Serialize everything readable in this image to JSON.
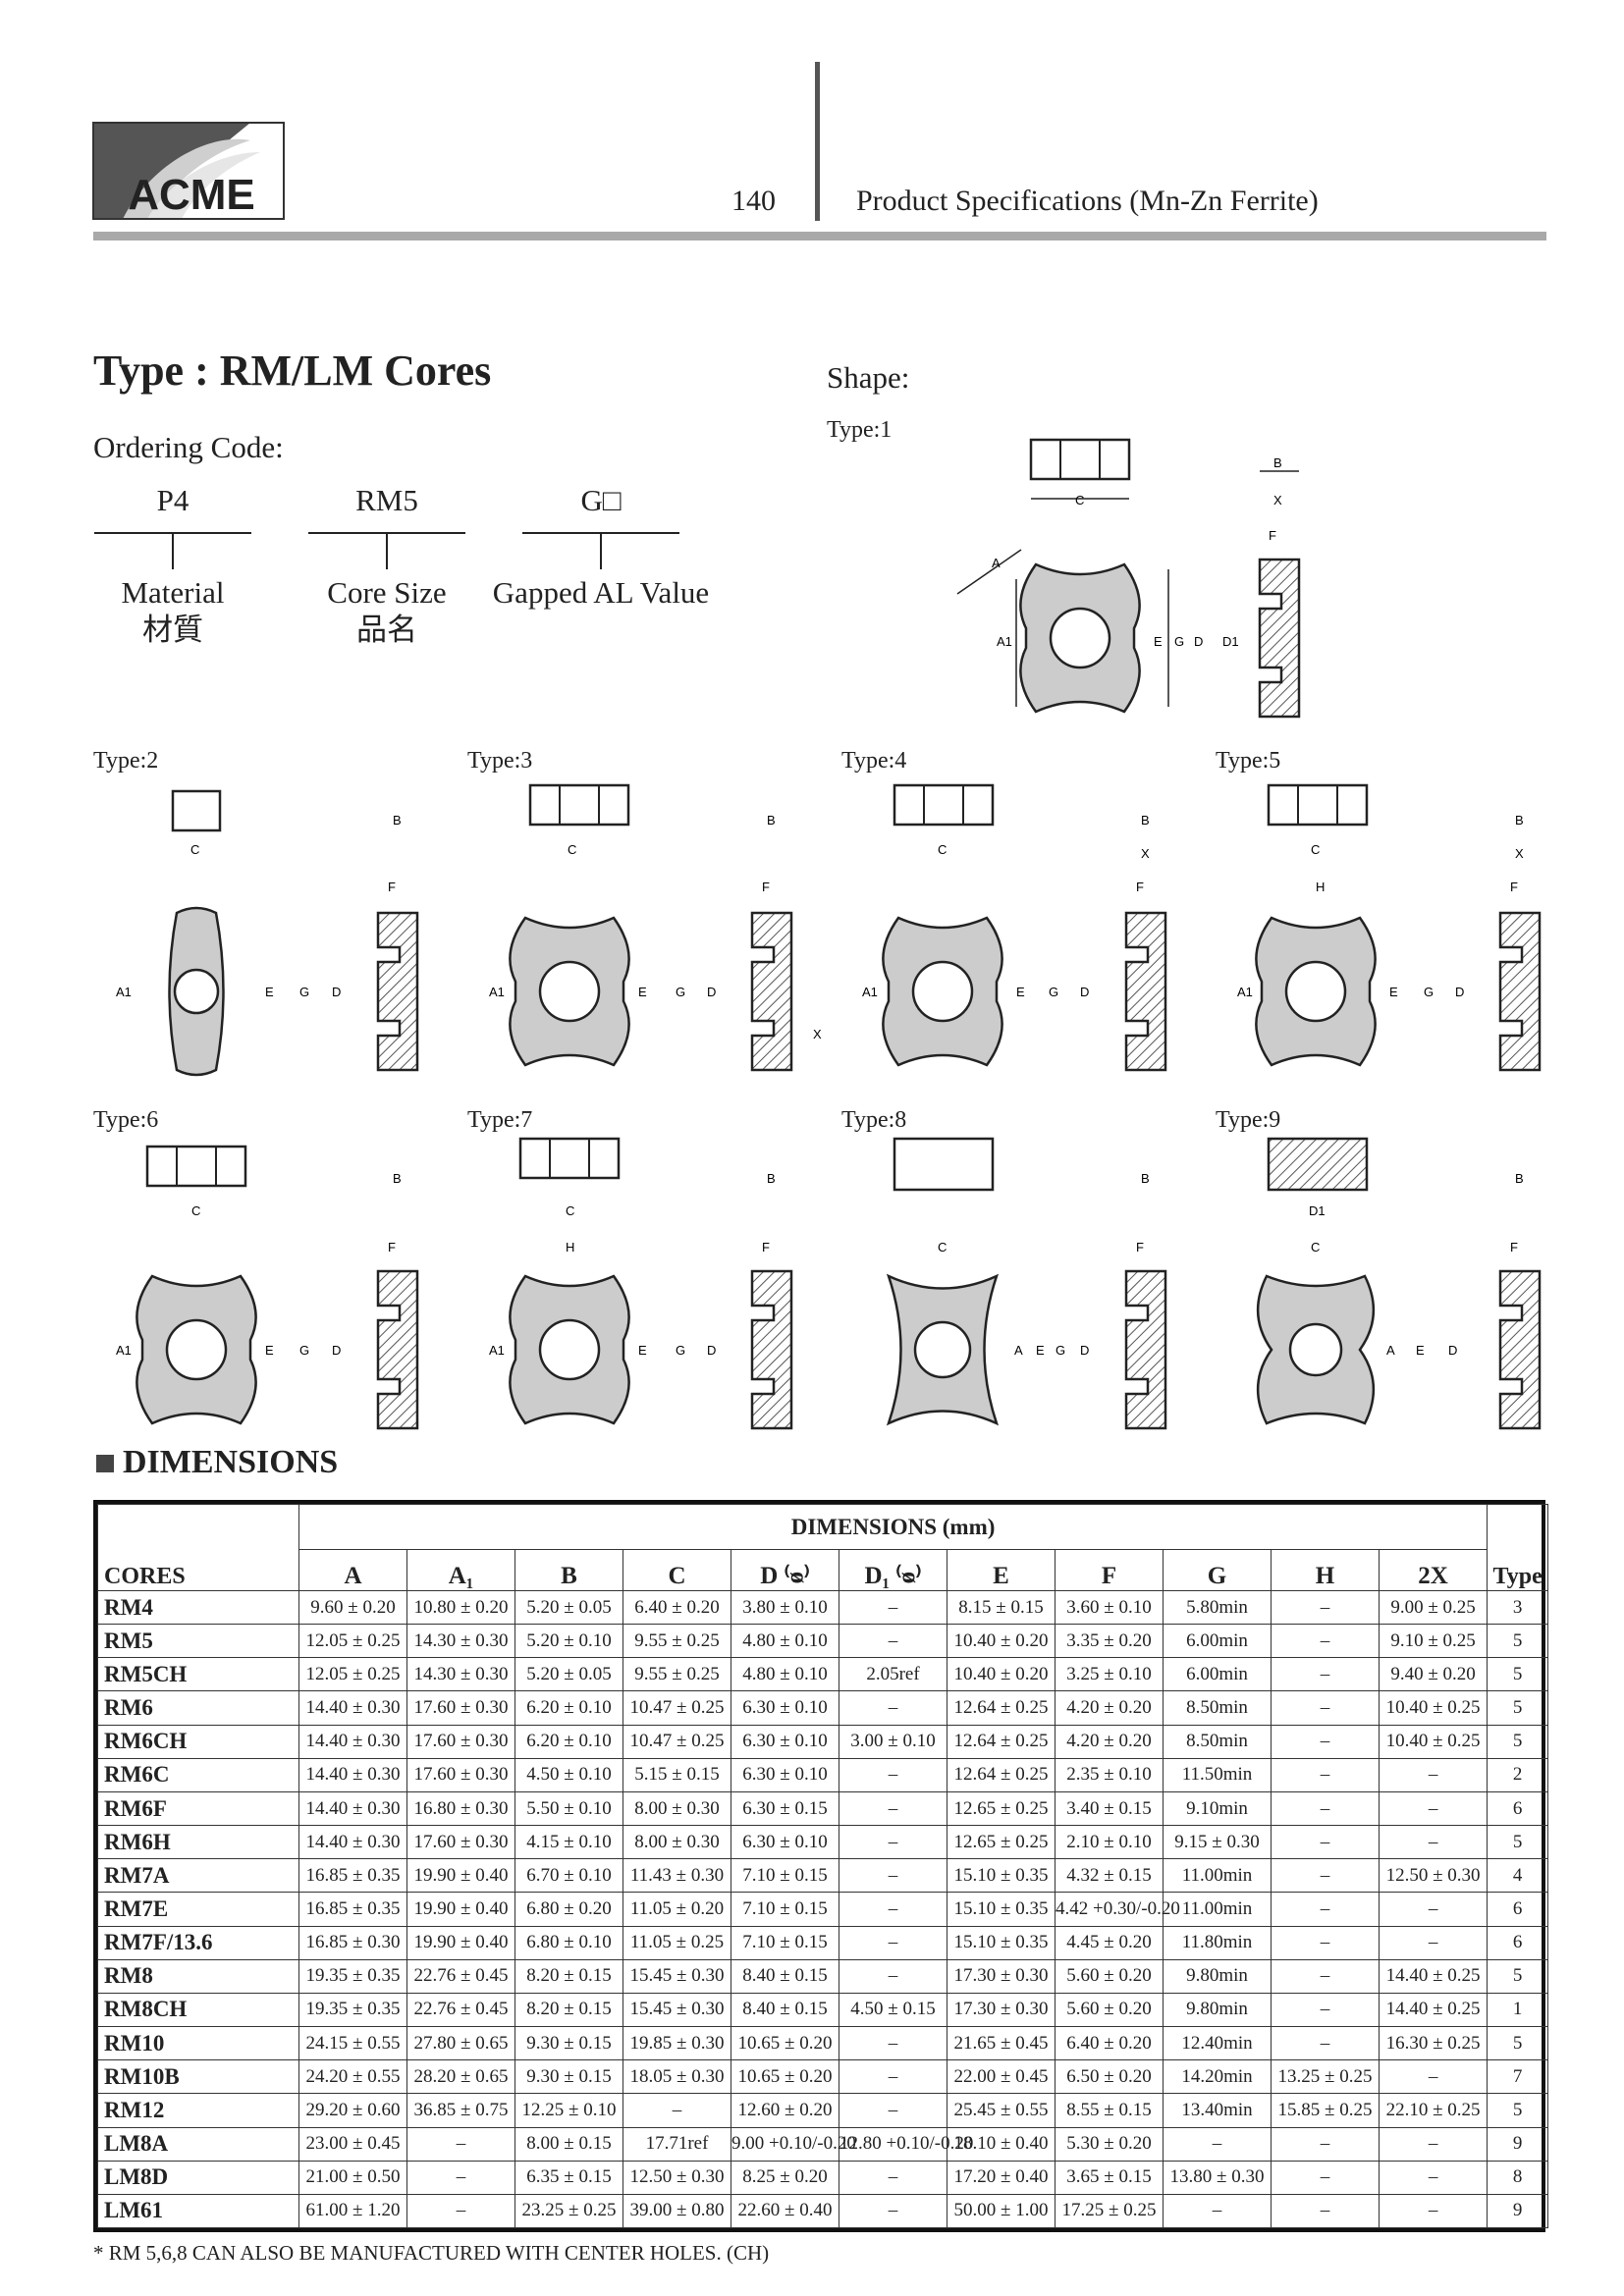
{
  "header": {
    "brand": "ACME",
    "page_number": "140",
    "title": "Product Specifications (Mn-Zn Ferrite)"
  },
  "type_title": "Type : RM/LM Cores",
  "shape_label": "Shape:",
  "ordering": {
    "label": "Ordering Code:",
    "parts": [
      {
        "code": "P4",
        "label": "Material",
        "label_cn": "材質"
      },
      {
        "code": "RM5",
        "label": "Core Size",
        "label_cn": "品名"
      },
      {
        "code": "G□",
        "label": "Gapped AL Value",
        "label_cn": ""
      }
    ]
  },
  "type_labels": [
    "Type:1",
    "Type:2",
    "Type:3",
    "Type:4",
    "Type:5",
    "Type:6",
    "Type:7",
    "Type:8",
    "Type:9"
  ],
  "dimensions_heading": "DIMENSIONS",
  "table": {
    "group_header": "DIMENSIONS (mm)",
    "cores_header": "CORES",
    "type_header": "Type",
    "columns": [
      "A",
      "A₁",
      "B",
      "C",
      "D ⁽ᴓ⁾",
      "D₁ ⁽ᴓ⁾",
      "E",
      "F",
      "G",
      "H",
      "2X"
    ],
    "rows": [
      {
        "core": "RM4",
        "vals": [
          "9.60 ± 0.20",
          "10.80 ± 0.20",
          "5.20 ± 0.05",
          "6.40 ± 0.20",
          "3.80 ± 0.10",
          "–",
          "8.15 ± 0.15",
          "3.60 ± 0.10",
          "5.80min",
          "–",
          "9.00 ± 0.25"
        ],
        "type": "3"
      },
      {
        "core": "RM5",
        "vals": [
          "12.05 ± 0.25",
          "14.30 ± 0.30",
          "5.20 ± 0.10",
          "9.55 ± 0.25",
          "4.80 ± 0.10",
          "–",
          "10.40 ± 0.20",
          "3.35 ± 0.20",
          "6.00min",
          "–",
          "9.10 ± 0.25"
        ],
        "type": "5"
      },
      {
        "core": "RM5CH",
        "vals": [
          "12.05 ± 0.25",
          "14.30 ± 0.30",
          "5.20 ± 0.05",
          "9.55 ± 0.25",
          "4.80 ± 0.10",
          "2.05ref",
          "10.40 ± 0.20",
          "3.25 ± 0.10",
          "6.00min",
          "–",
          "9.40 ± 0.20"
        ],
        "type": "5"
      },
      {
        "core": "RM6",
        "vals": [
          "14.40 ± 0.30",
          "17.60 ± 0.30",
          "6.20 ± 0.10",
          "10.47 ± 0.25",
          "6.30 ± 0.10",
          "–",
          "12.64 ± 0.25",
          "4.20 ± 0.20",
          "8.50min",
          "–",
          "10.40 ± 0.25"
        ],
        "type": "5"
      },
      {
        "core": "RM6CH",
        "vals": [
          "14.40 ± 0.30",
          "17.60 ± 0.30",
          "6.20 ± 0.10",
          "10.47 ± 0.25",
          "6.30 ± 0.10",
          "3.00 ± 0.10",
          "12.64 ± 0.25",
          "4.20 ± 0.20",
          "8.50min",
          "–",
          "10.40 ± 0.25"
        ],
        "type": "5"
      },
      {
        "core": "RM6C",
        "vals": [
          "14.40 ± 0.30",
          "17.60 ± 0.30",
          "4.50 ± 0.10",
          "5.15 ± 0.15",
          "6.30 ± 0.10",
          "–",
          "12.64 ± 0.25",
          "2.35 ± 0.10",
          "11.50min",
          "–",
          "–"
        ],
        "type": "2"
      },
      {
        "core": "RM6F",
        "vals": [
          "14.40 ± 0.30",
          "16.80 ± 0.30",
          "5.50 ± 0.10",
          "8.00 ± 0.30",
          "6.30 ± 0.15",
          "–",
          "12.65 ± 0.25",
          "3.40 ± 0.15",
          "9.10min",
          "–",
          "–"
        ],
        "type": "6"
      },
      {
        "core": "RM6H",
        "vals": [
          "14.40 ± 0.30",
          "17.60 ± 0.30",
          "4.15 ± 0.10",
          "8.00 ± 0.30",
          "6.30 ± 0.10",
          "–",
          "12.65 ± 0.25",
          "2.10 ± 0.10",
          "9.15 ± 0.30",
          "–",
          "–"
        ],
        "type": "5"
      },
      {
        "core": "RM7A",
        "vals": [
          "16.85 ± 0.35",
          "19.90 ± 0.40",
          "6.70 ± 0.10",
          "11.43 ± 0.30",
          "7.10 ± 0.15",
          "–",
          "15.10 ± 0.35",
          "4.32 ± 0.15",
          "11.00min",
          "–",
          "12.50 ± 0.30"
        ],
        "type": "4"
      },
      {
        "core": "RM7E",
        "vals": [
          "16.85 ± 0.35",
          "19.90 ± 0.40",
          "6.80 ± 0.20",
          "11.05 ± 0.20",
          "7.10 ± 0.15",
          "–",
          "15.10 ± 0.35",
          "4.42 +0.30/-0.20",
          "11.00min",
          "–",
          "–"
        ],
        "type": "6"
      },
      {
        "core": "RM7F/13.6",
        "vals": [
          "16.85 ± 0.30",
          "19.90 ± 0.40",
          "6.80 ± 0.10",
          "11.05 ± 0.25",
          "7.10 ± 0.15",
          "–",
          "15.10 ± 0.35",
          "4.45 ± 0.20",
          "11.80min",
          "–",
          "–"
        ],
        "type": "6"
      },
      {
        "core": "RM8",
        "vals": [
          "19.35 ± 0.35",
          "22.76 ± 0.45",
          "8.20 ± 0.15",
          "15.45 ± 0.30",
          "8.40 ± 0.15",
          "–",
          "17.30 ± 0.30",
          "5.60 ± 0.20",
          "9.80min",
          "–",
          "14.40 ± 0.25"
        ],
        "type": "5"
      },
      {
        "core": "RM8CH",
        "vals": [
          "19.35 ± 0.35",
          "22.76 ± 0.45",
          "8.20 ± 0.15",
          "15.45 ± 0.30",
          "8.40 ± 0.15",
          "4.50 ± 0.15",
          "17.30 ± 0.30",
          "5.60 ± 0.20",
          "9.80min",
          "–",
          "14.40 ± 0.25"
        ],
        "type": "1"
      },
      {
        "core": "RM10",
        "vals": [
          "24.15 ± 0.55",
          "27.80 ± 0.65",
          "9.30 ± 0.15",
          "19.85 ± 0.30",
          "10.65 ± 0.20",
          "–",
          "21.65 ± 0.45",
          "6.40 ± 0.20",
          "12.40min",
          "–",
          "16.30 ± 0.25"
        ],
        "type": "5"
      },
      {
        "core": "RM10B",
        "vals": [
          "24.20 ± 0.55",
          "28.20 ± 0.65",
          "9.30 ± 0.15",
          "18.05 ± 0.30",
          "10.65 ± 0.20",
          "–",
          "22.00 ± 0.45",
          "6.50 ± 0.20",
          "14.20min",
          "13.25 ± 0.25",
          "–"
        ],
        "type": "7"
      },
      {
        "core": "RM12",
        "vals": [
          "29.20 ± 0.60",
          "36.85 ± 0.75",
          "12.25 ± 0.10",
          "–",
          "12.60 ± 0.20",
          "–",
          "25.45 ± 0.55",
          "8.55 ± 0.15",
          "13.40min",
          "15.85 ± 0.25",
          "22.10 ± 0.25"
        ],
        "type": "5"
      },
      {
        "core": "LM8A",
        "vals": [
          "23.00 ± 0.45",
          "–",
          "8.00 ± 0.15",
          "17.71ref",
          "9.00 +0.10/-0.20",
          "12.80 +0.10/-0.20",
          "18.10 ± 0.40",
          "5.30 ± 0.20",
          "–",
          "–",
          "–"
        ],
        "type": "9"
      },
      {
        "core": "LM8D",
        "vals": [
          "21.00 ± 0.50",
          "–",
          "6.35 ± 0.15",
          "12.50 ± 0.30",
          "8.25 ± 0.20",
          "–",
          "17.20 ± 0.40",
          "3.65 ± 0.15",
          "13.80 ± 0.30",
          "–",
          "–"
        ],
        "type": "8"
      },
      {
        "core": "LM61",
        "vals": [
          "61.00 ± 1.20",
          "–",
          "23.25 ± 0.25",
          "39.00 ± 0.80",
          "22.60 ± 0.40",
          "–",
          "50.00 ± 1.00",
          "17.25 ± 0.25",
          "–",
          "–",
          "–"
        ],
        "type": "9"
      }
    ]
  },
  "footnote": "* RM 5,6,8 CAN ALSO BE MANUFACTURED WITH CENTER HOLES. (CH)"
}
